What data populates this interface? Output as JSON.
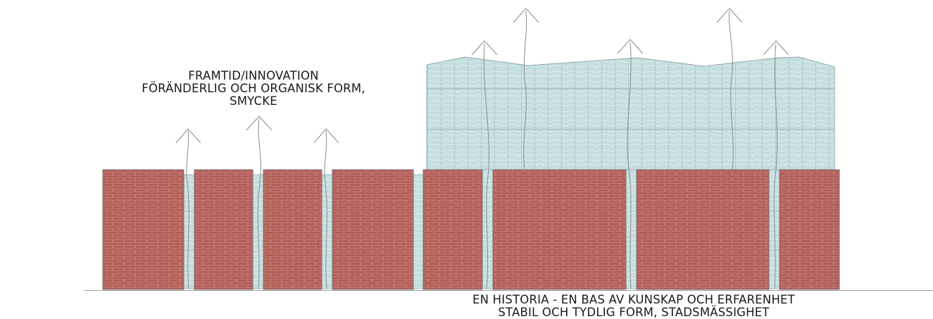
{
  "annotations": {
    "future": {
      "line1": "FRAMTID/INNOVATION",
      "line2": "FÖRÄNDERLIG OCH ORGANISK FORM,",
      "line3": "SMYCKE"
    },
    "history": {
      "line1": "EN HISTORIA - EN BAS AV KUNSKAP OCH ERFARENHET",
      "line2": "STABIL OCH TYDLIG FORM, STADSMÄSSIGHET"
    }
  },
  "colors": {
    "brick": "#b45f5a",
    "brick_mortar": "#c98883",
    "glass": "#c7dfe0",
    "glass_line": "#9fbfc2",
    "glass_grain": "#e9f4f4",
    "outline": "#7f7f7f",
    "ground": "#9e9e9e",
    "arrow": "#8a8a8a"
  },
  "icons": {
    "arrow": "arrow-up-icon",
    "wave": "organic-growth-line"
  }
}
